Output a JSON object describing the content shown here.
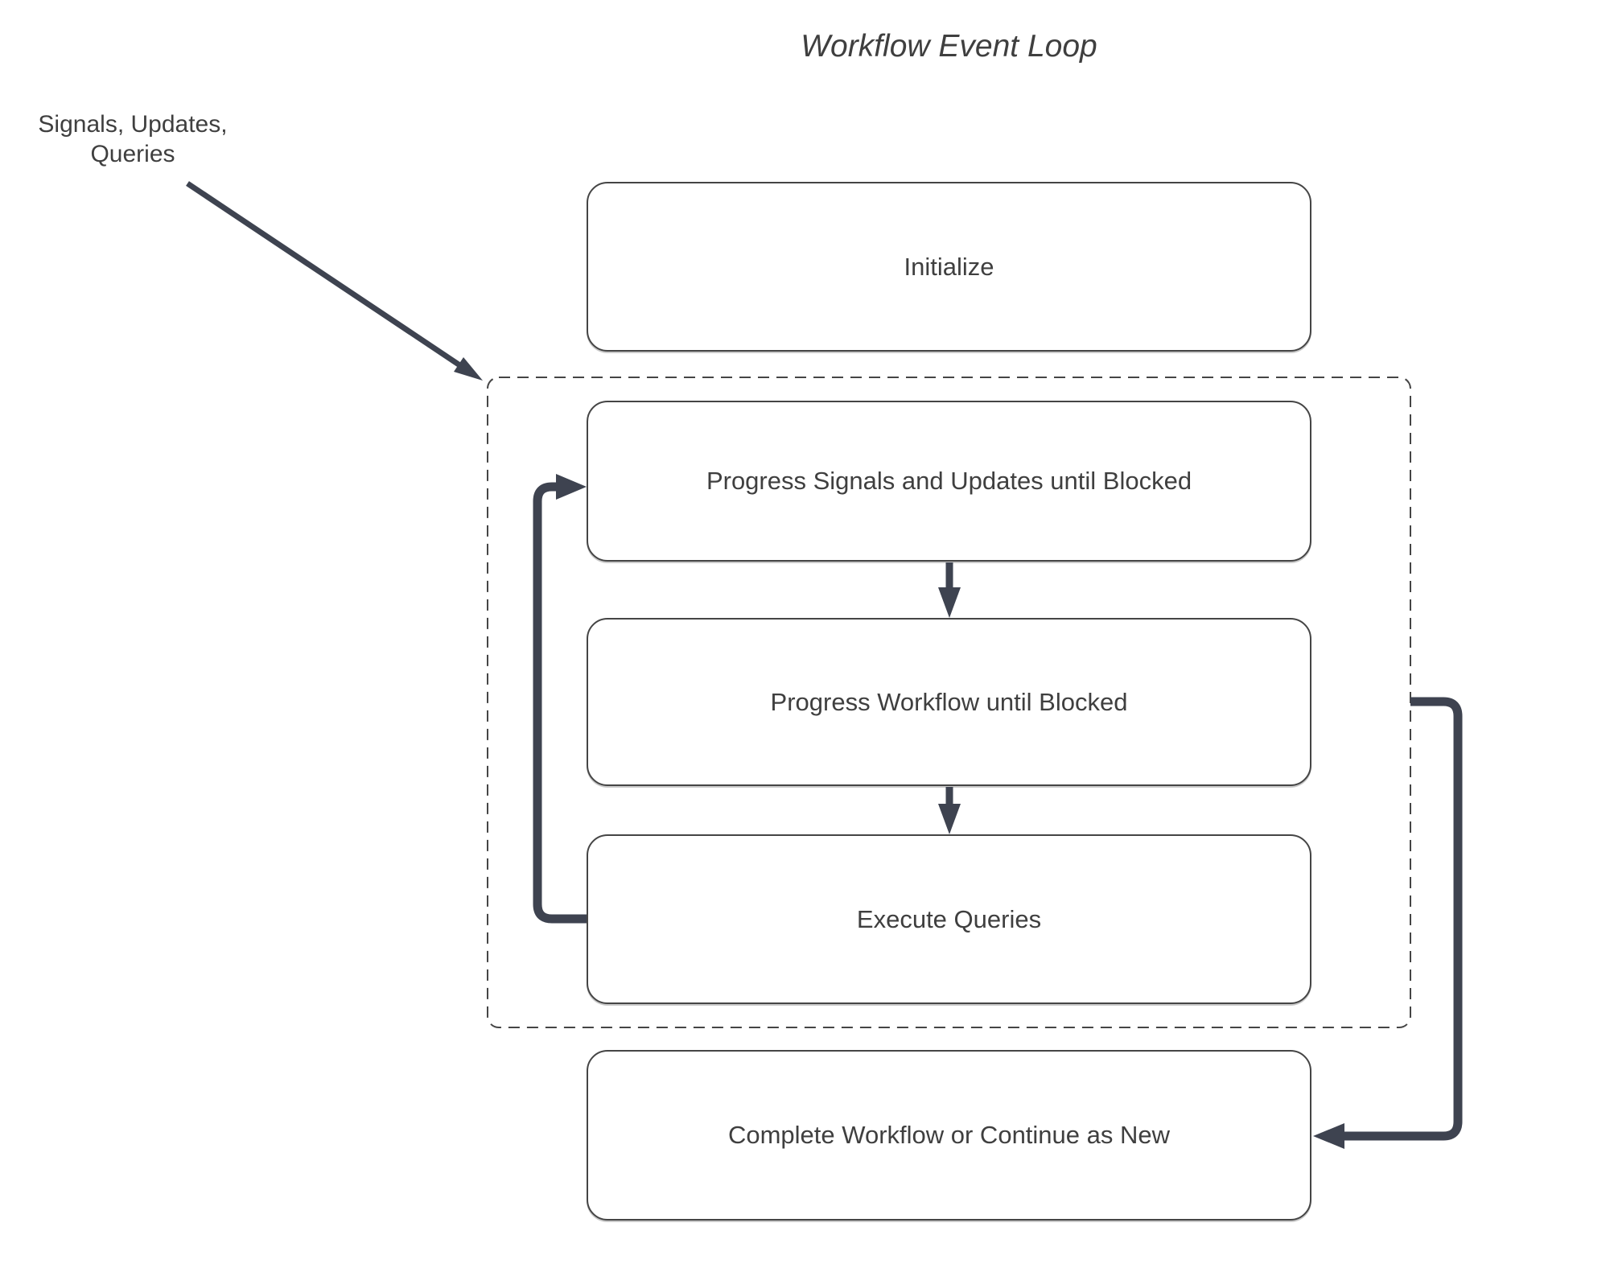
{
  "title": "Workflow Event Loop",
  "annotation": {
    "line1": "Signals, Updates,",
    "line2": "Queries"
  },
  "nodes": [
    {
      "label": "Initialize"
    },
    {
      "label": "Progress Signals and Updates until Blocked"
    },
    {
      "label": "Progress Workflow until Blocked"
    },
    {
      "label": "Execute Queries"
    },
    {
      "label": "Complete Workflow or Continue as New"
    }
  ],
  "colors": {
    "background": "#ffffff",
    "box_fill": "#ffffff",
    "box_border": "#454545",
    "text": "#3f3f3f",
    "connector": "#3e4350"
  }
}
